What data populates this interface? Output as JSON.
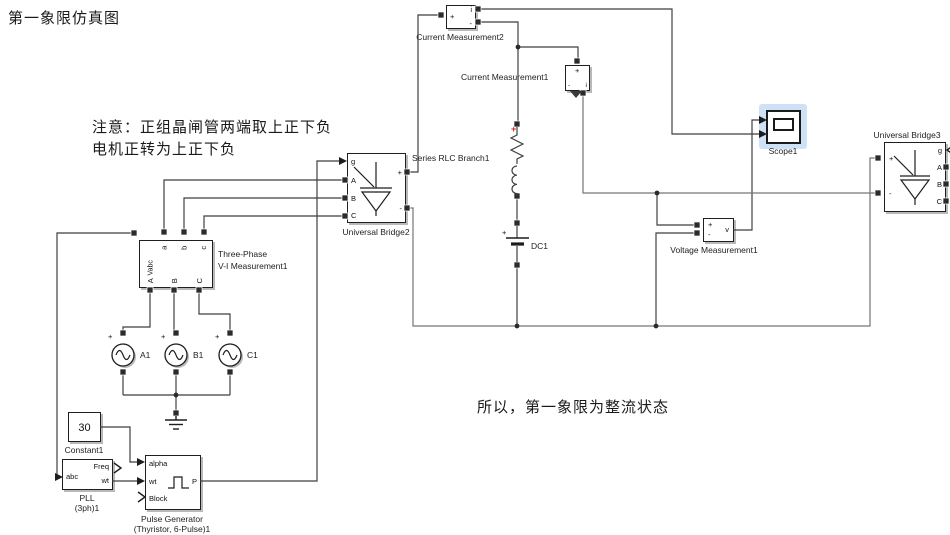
{
  "texts": {
    "title": "第一象限仿真图",
    "note1": "注意：正组晶闸管两端取上正下负",
    "note2": "电机正转为上正下负",
    "conclusion": "所以，第一象限为整流状态"
  },
  "blocks": {
    "cm2_label": "Current Measurement2",
    "cm1_label": "Current Measurement1",
    "ub2_label": "Universal Bridge2",
    "ub3_label": "Universal Bridge3",
    "rlc_label": "Series RLC Branch1",
    "dc1_label": "DC1",
    "vim_label1": "Three-Phase",
    "vim_label2": "V-I Measurement1",
    "a1_label": "A1",
    "b1_label": "B1",
    "c1_label": "C1",
    "const_value": "30",
    "const_label": "Constant1",
    "pll_label1": "PLL",
    "pll_label2": "(3ph)1",
    "pg_label1": "Pulse Generator",
    "pg_label2": "(Thyristor, 6-Pulse)1",
    "scope_label": "Scope1",
    "vm1_label": "Voltage Measurement1"
  },
  "p": {
    "plus": "+",
    "minus": "-",
    "i": "i",
    "v": "v",
    "g": "g",
    "A": "A",
    "B": "B",
    "C": "C",
    "a": "a",
    "b": "b",
    "c": "c",
    "vabc": "Vabc",
    "abc": "abc",
    "freq": "Freq",
    "wt": "wt",
    "alpha": "alpha",
    "block": "Block",
    "P": "P"
  },
  "colors": {
    "wire_dark": "#3f3f3f",
    "wire_gray": "#767676",
    "selection_halo": "#cfe1f5",
    "red_polarity": "#cc2222"
  }
}
